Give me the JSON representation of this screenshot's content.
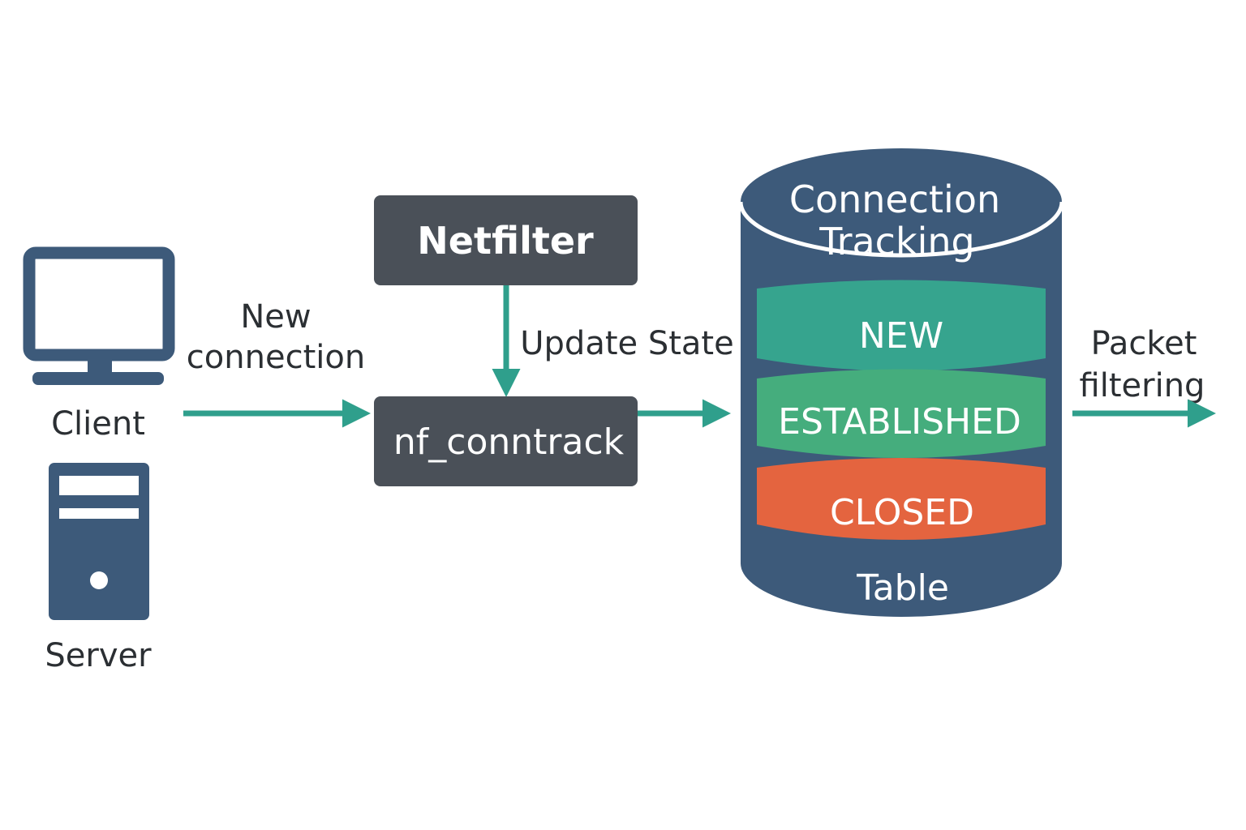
{
  "colors": {
    "navy": "#3d5a7a",
    "box_dark": "#4a5058",
    "arrow_teal": "#2f9f8c",
    "state_new": "#36a48e",
    "state_established": "#45ad7d",
    "state_closed": "#e4643f",
    "text_dark": "#2b2f33",
    "text_light": "#ffffff"
  },
  "icons": {
    "client": "desktop-monitor-icon",
    "server": "server-tower-icon"
  },
  "labels": {
    "client": "Client",
    "server": "Server",
    "new_connection_line1": "New",
    "new_connection_line2": "connection",
    "netfilter": "Netfilter",
    "update_state": "Update State",
    "nf_conntrack": "nf_conntrack",
    "packet_filtering_line1": "Packet",
    "packet_filtering_line2": "filtering"
  },
  "table": {
    "title_line1": "Connection",
    "title_line2": "Tracking",
    "footer": "Table",
    "states": [
      "NEW",
      "ESTABLISHED",
      "CLOSED"
    ]
  }
}
